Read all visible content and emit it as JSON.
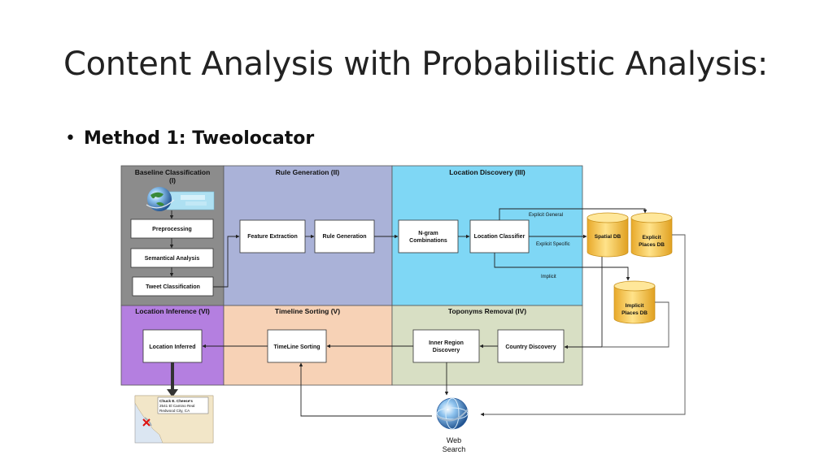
{
  "slide": {
    "title": "Content Analysis with Probabilistic Analysis:",
    "bullet": "Method 1: Tweolocator"
  },
  "diagram": {
    "panels": {
      "baseline_title": "Baseline Classification",
      "baseline_num": "(I)",
      "rule_gen": "Rule Generation (II)",
      "loc_discovery": "Location Discovery (III)",
      "loc_inference": "Location Inference (VI)",
      "timeline": "Timeline Sorting (V)",
      "toponyms": "Toponyms Removal (IV)"
    },
    "boxes": {
      "preprocessing": "Preprocessing",
      "semantical": "Semantical Analysis",
      "tweet_class": "Tweet Classification",
      "feature_ext": "Feature Extraction",
      "rule_gen": "Rule Generation",
      "ngram_1": "N-gram",
      "ngram_2": "Combinations",
      "loc_class": "Location Classifier",
      "country": "Country Discovery",
      "inner_1": "Inner Region",
      "inner_2": "Discovery",
      "timeline": "TimeLine Sorting",
      "loc_inferred": "Location Inferred"
    },
    "edge_labels": {
      "general": "Explicit General",
      "specific": "Explicit Specific",
      "implicit": "Implicit"
    },
    "databases": {
      "spatial": "Spatial DB",
      "explicit_1": "Explicit",
      "explicit_2": "Places DB",
      "implicit_1": "Implicit",
      "implicit_2": "Places DB"
    },
    "web_1": "Web",
    "web_2": "Search",
    "map_label": [
      "Chuck E. Cheese's",
      "2541 El Camino Real",
      "Redwood City, CA"
    ]
  },
  "colors": {
    "baseline": "#8c8c8c",
    "rule": "#aab2d8",
    "discovery": "#7fd7f5",
    "inference": "#b47fe0",
    "timeline": "#f7d2b6",
    "toponyms": "#d8dfc4",
    "db_gold": "#f5c542"
  }
}
